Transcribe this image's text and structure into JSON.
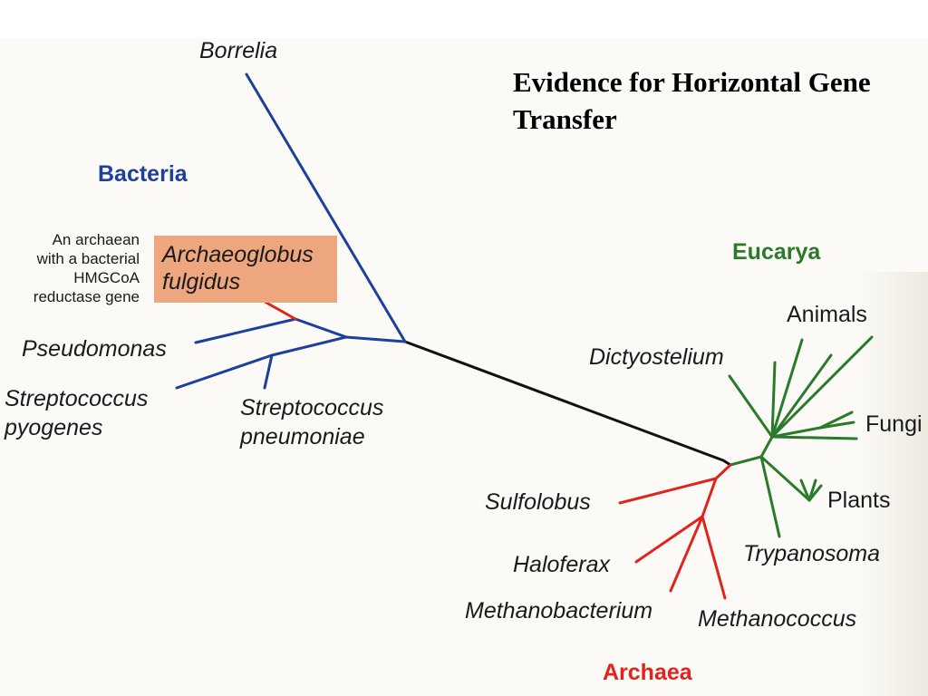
{
  "title": "Evidence for Horizontal Gene Transfer",
  "domains": {
    "bacteria": {
      "label": "Bacteria",
      "color": "#1f3f9c"
    },
    "eucarya": {
      "label": "Eucarya",
      "color": "#2a7a2a"
    },
    "archaea": {
      "label": "Archaea",
      "color": "#e0241c"
    }
  },
  "trunk_color": "#111111",
  "callout": {
    "note": "An archaean\nwith a bacterial\nHMGCoA\nreductase gene",
    "highlighted": "Archaeoglobus\nfulgidus",
    "highlight_color": "#eea67e"
  },
  "taxa": {
    "borrelia": "Borrelia",
    "pseudomonas": "Pseudomonas",
    "strep_pyogenes": "Streptococcus\npyogenes",
    "strep_pneumoniae": "Streptococcus\npneumoniae",
    "dictyostelium": "Dictyostelium",
    "animals": "Animals",
    "fungi": "Fungi",
    "plants": "Plants",
    "trypanosoma": "Trypanosoma",
    "sulfolobus": "Sulfolobus",
    "haloferax": "Haloferax",
    "methanobacterium": "Methanobacterium",
    "methanococcus": "Methanococcus"
  }
}
